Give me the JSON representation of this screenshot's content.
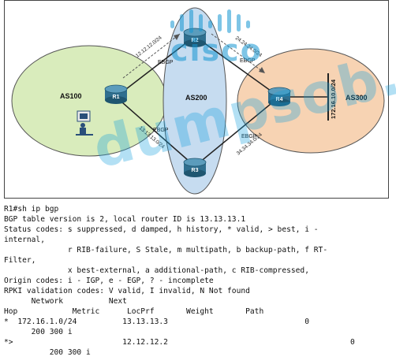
{
  "diagram": {
    "as100_label": "AS100",
    "as200_label": "AS200",
    "as300_label": "AS300",
    "r1_label": "R1",
    "r2_label": "R2",
    "r3_label": "R3",
    "r4_label": "R4",
    "link_r1_r2": {
      "protocol": "EBGP",
      "subnet": "12.12.12.0/24"
    },
    "link_r1_r3": {
      "protocol": "EBGP",
      "subnet": "13.13.13.0/24"
    },
    "link_r2_r4": {
      "protocol": "EBGP",
      "subnet": "24.24.24.0/24"
    },
    "link_r3_r4": {
      "protocol": "EBGP",
      "subnet": "34.34.34.0/24"
    },
    "as300_prefix": "172.16.10.0/24",
    "colors": {
      "as100": "#d9ecbc",
      "as200": "#c6dcf0",
      "as300": "#f7d3b3",
      "router": "#2f6f8f"
    }
  },
  "watermark": {
    "brand": "cisco",
    "site": "dumpsob.com"
  },
  "console": {
    "lines": [
      "R1#sh ip bgp",
      "BGP table version is 2, local router ID is 13.13.13.1",
      "Status codes: s suppressed, d damped, h history, * valid, > best, i -",
      "internal,",
      "              r RIB-failure, S Stale, m multipath, b backup-path, f RT-",
      "Filter,",
      "              x best-external, a additional-path, c RIB-compressed,",
      "Origin codes: i - IGP, e - EGP, ? - incomplete",
      "RPKI validation codes: V valid, I invalid, N Not found",
      "      Network          Next",
      "Hop            Metric      LocPrf       Weight       Path",
      "*  172.16.1.0/24          13.13.13.3                              0",
      "      200 300 i",
      "*>                        12.12.12.2                                        0",
      "          200 300 i"
    ]
  }
}
